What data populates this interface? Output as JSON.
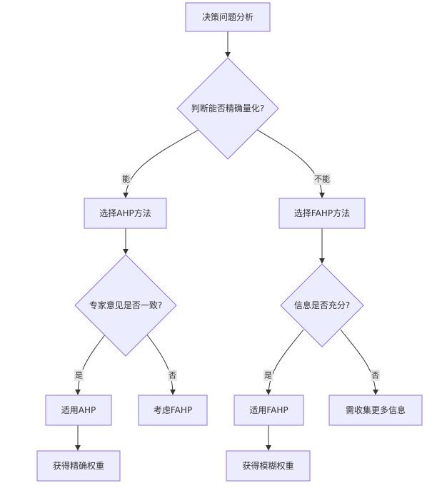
{
  "nodes": {
    "start": "决策问题分析",
    "q_quantify": "判断能否精确量化?",
    "choose_ahp": "选择AHP方法",
    "choose_fahp": "选择FAHP方法",
    "q_expert": "专家意见是否一致?",
    "q_info": "信息是否充分?",
    "use_ahp": "适用AHP",
    "consider_fahp": "考虑FAHP",
    "use_fahp": "适用FAHP",
    "need_info": "需收集更多信息",
    "exact_weights": "获得精确权重",
    "fuzzy_weights": "获得模糊权重"
  },
  "edge_labels": {
    "can": "能",
    "cannot": "不能",
    "expert_yes": "是",
    "expert_no": "否",
    "info_yes": "是",
    "info_no": "否"
  },
  "colors": {
    "node_fill": "#ECECFF",
    "node_stroke": "#9370DB",
    "edge": "#333333",
    "label_bg": "#e8e8e8"
  }
}
